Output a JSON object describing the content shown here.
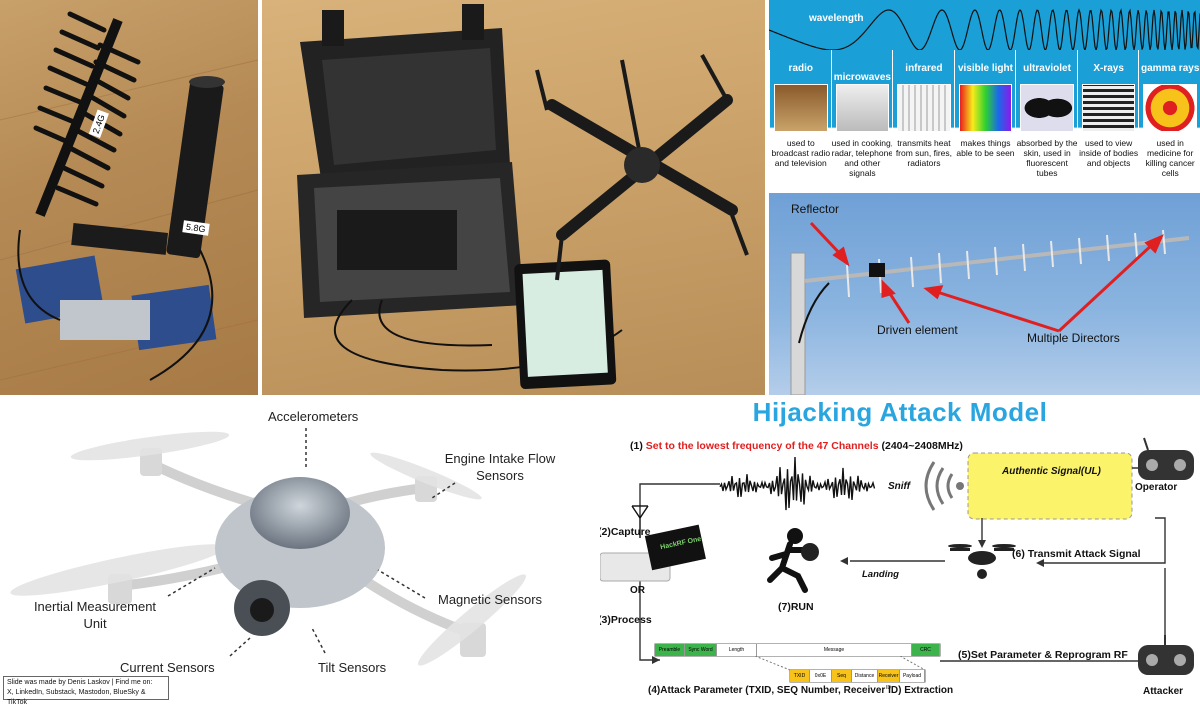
{
  "photo_left": {
    "tag_top": "2.4G",
    "tag_bottom": "5.8G"
  },
  "spectrum": {
    "wavelength": "wavelength",
    "bands": [
      {
        "name": "radio",
        "desc": "used to broadcast radio and television",
        "color": "#1a9fd6"
      },
      {
        "name": "microwaves",
        "desc": "used in cooking, radar, telephone and other signals",
        "color": "#1a9fd6"
      },
      {
        "name": "infrared",
        "desc": "transmits heat from sun, fires, radiators",
        "color": "#1a9fd6"
      },
      {
        "name": "visible light",
        "desc": "makes things able to be seen",
        "color": "#1a9fd6"
      },
      {
        "name": "ultraviolet",
        "desc": "absorbed by the skin, used in fluorescent tubes",
        "color": "#1a9fd6"
      },
      {
        "name": "X-rays",
        "desc": "used to view inside of bodies and objects",
        "color": "#1a9fd6"
      },
      {
        "name": "gamma rays",
        "desc": "used in medicine for killing cancer cells",
        "color": "#1a9fd6"
      }
    ]
  },
  "yagi": {
    "reflector": "Reflector",
    "driven": "Driven element",
    "directors": "Multiple Directors"
  },
  "drone": {
    "accelerometers": "Accelerometers",
    "engine_intake": "Engine Intake Flow",
    "engine_intake2": "Sensors",
    "inertial": "Inertial Measurement",
    "inertial2": "Unit",
    "magnetic": "Magnetic Sensors",
    "current": "Current Sensors",
    "tilt": "Tilt Sensors"
  },
  "hijack": {
    "title": "Hijacking Attack Model",
    "step1_num": "(1)",
    "step1_red": "Set to the lowest frequency of the 47 Channels",
    "step1_range": "(2404~2408MHz)",
    "sniff": "Sniff",
    "authentic": "Authentic Signal(UL)",
    "operator": "Operator",
    "capture": "(2)Capture",
    "or": "OR",
    "hackrf": "HackRF One",
    "transmit": "(6) Transmit Attack Signal",
    "landing": "Landing",
    "run": "(7)RUN",
    "process": "(3)Process",
    "set_param": "(5)Set Parameter & Reprogram RF",
    "extraction": "(4)Attack Parameter (TXID, SEQ Number, Receiver ID) Extraction",
    "attacker": "Attacker",
    "packet_top": [
      "Preamble",
      "Sync Word",
      "Length",
      "Message",
      "CRC"
    ],
    "packet_bottom": [
      "TXID",
      "0x0E",
      "Seq",
      "Distance",
      "Receiver ID",
      "Payload"
    ]
  },
  "credit": {
    "line1": "Slide was made by Denis Laskov | Find me on:",
    "line2": "X, LinkedIn, Substack, Mastodon, BlueSky & TikTok"
  }
}
